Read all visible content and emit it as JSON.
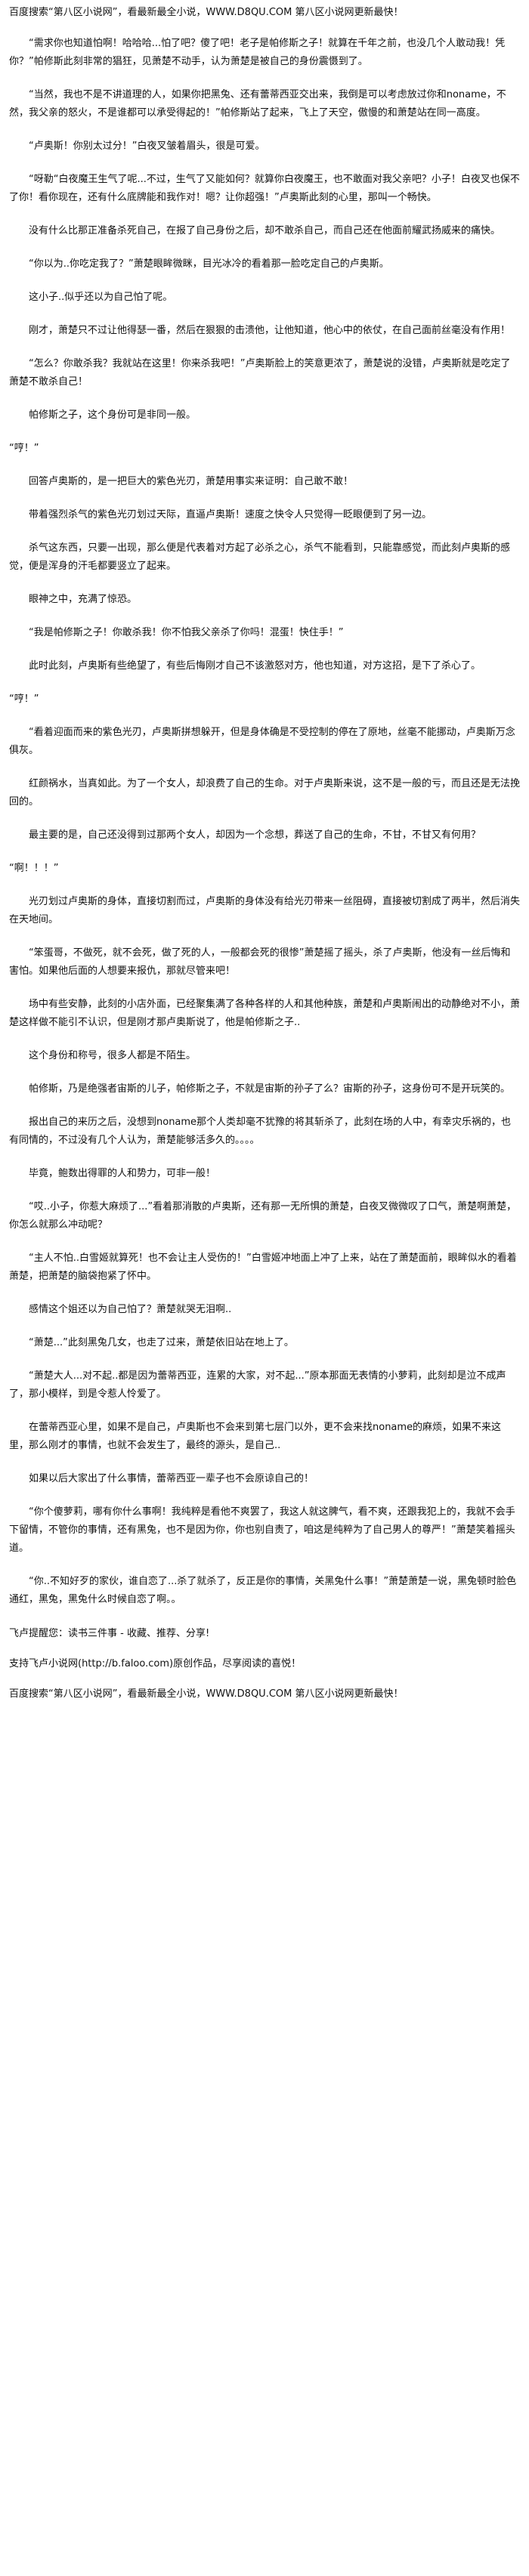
{
  "header_top": "百度搜索“第八区小说网”，看最新最全小说，WWW.D8QU.COM  第八区小说网更新最快！",
  "paragraphs": [
    "“需求你也知道怕啊！哈哈哈...怕了吧？傻了吧！老子是帕修斯之子！就算在千年之前，也没几个人敢动我！凭你？”帕修斯此刻非常的猖狂，见萧楚不动手，认为萧楚是被自己的身份震慑到了。",
    "“当然，我也不是不讲道理的人，如果你把黑兔、还有蕾蒂西亚交出来，我倒是可以考虑放过你和noname，不然，我父亲的怒火，不是谁都可以承受得起的！”帕修斯站了起来，飞上了天空，傲慢的和萧楚站在同一高度。",
    "“卢奥斯！你别太过分！”白夜叉皱着眉头，很是可爱。",
    "“呀勒“白夜魔王生气了呢...不过，生气了又能如何？就算你白夜魔王，也不敢面对我父亲吧？小子！白夜叉也保不了你！看你现在，还有什么底牌能和我作对！嗯？让你超强！”卢奥斯此刻的心里，那叫一个畅快。",
    "没有什么比那正准备杀死自己，在报了自己身份之后，却不敢杀自己，而自己还在他面前耀武扬威来的痛快。",
    "“你以为..你吃定我了？”萧楚眼眸微眯，目光冰冷的看着那一脸吃定自己的卢奥斯。",
    "这小子..似乎还以为自己怕了呢。",
    "刚才，萧楚只不过让他得瑟一番，然后在狠狠的击溃他，让他知道，他心中的依仗，在自己面前丝毫没有作用！",
    "“怎么？你敢杀我？我就站在这里！你来杀我吧！”卢奥斯脸上的笑意更浓了，萧楚说的没错，卢奥斯就是吃定了萧楚不敢杀自己！",
    "帕修斯之子，这个身份可是非同一般。",
    "“哼！”",
    "回答卢奥斯的，是一把巨大的紫色光刃，萧楚用事实来证明：自己敢不敢！",
    "带着强烈杀气的紫色光刃划过天际，直逼卢奥斯！速度之快令人只觉得一眨眼便到了另一边。",
    "杀气这东西，只要一出现，那么便是代表着对方起了必杀之心，杀气不能看到，只能靠感觉，而此刻卢奥斯的感觉，便是浑身的汗毛都要竖立了起来。",
    "眼神之中，充满了惊恐。",
    "“我是帕修斯之子！你敢杀我！你不怕我父亲杀了你吗！混蛋！快住手！”",
    "此时此刻，卢奥斯有些绝望了，有些后悔刚才自己不该激怒对方，他也知道，对方这招，是下了杀心了。",
    "“哼！”",
    "“看着迎面而来的紫色光刃，卢奥斯拼想躲开，但是身体确是不受控制的停在了原地，丝毫不能挪动，卢奥斯万念俱灰。",
    "红颜祸水，当真如此。为了一个女人，却浪费了自己的生命。对于卢奥斯来说，这不是一般的亏，而且还是无法挽回的。",
    "最主要的是，自己还没得到过那两个女人，却因为一个念想，葬送了自己的生命，不甘，不甘又有何用？",
    "“啊！！！”",
    "光刃划过卢奥斯的身体，直接切割而过，卢奥斯的身体没有给光刃带来一丝阻碍，直接被切割成了两半，然后消失在天地间。",
    "“笨蛋哥，不做死，就不会死，做了死的人，一般都会死的很惨”萧楚摇了摇头，杀了卢奥斯，他没有一丝后悔和害怕。如果他后面的人想要来报仇，那就尽管来吧！",
    "场中有些安静，此刻的小店外面，已经聚集满了各种各样的人和其他种族，萧楚和卢奥斯闹出的动静绝对不小，萧楚这样做不能引不认识，但是刚才那卢奥斯说了，他是帕修斯之子..",
    "这个身份和称号，很多人都是不陌生。",
    "帕修斯，乃是绝强者宙斯的儿子，帕修斯之子，不就是宙斯的孙子了么？宙斯的孙子，这身份可不是开玩笑的。",
    "报出自己的来历之后，没想到noname那个人类却毫不犹豫的将其斩杀了，此刻在场的人中，有幸灾乐祸的，也有同情的，不过没有几个人认为，萧楚能够活多久的。。。。",
    "毕竟，鲍数出得罪的人和势力，可非一般！",
    "“哎..小子，你惹大麻烦了...”看着那消散的卢奥斯，还有那一无所惧的萧楚，白夜叉微微叹了口气，萧楚啊萧楚，你怎么就那么冲动呢？",
    "“主人不怕..白雪姬就算死！也不会让主人受伤的！”白雪姬冲地面上冲了上来，站在了萧楚面前，眼眸似水的看着萧楚，把萧楚的脑袋抱紧了怀中。",
    "感情这个姐还以为自己怕了？萧楚就哭无泪啊..",
    "“萧楚...”此刻黑兔几女，也走了过来，萧楚依旧站在地上了。",
    "“萧楚大人...对不起..都是因为蕾蒂西亚，连累的大家，对不起...”原本那面无表情的小萝莉，此刻却是泣不成声了，那小模样，到是令惹人怜爱了。",
    "在蕾蒂西亚心里，如果不是自己，卢奥斯也不会来到第七层门以外，更不会来找noname的麻烦，如果不来这里，那么刚才的事情，也就不会发生了，最终的源头，是自己..",
    "如果以后大家出了什么事情，蕾蒂西亚一辈子也不会原谅自己的！",
    "“你个傻萝莉，哪有你什么事啊！我纯粹是看他不爽罢了，我这人就这脾气，看不爽，还跟我犯上的，我就不会手下留情，不管你的事情，还有黑兔，也不是因为你，你也别自责了，咱这是纯粹为了自己男人的尊严！”萧楚笑着摇头道。",
    "“你..不知好歹的家伙，谁自恋了...杀了就杀了，反正是你的事情，关黑兔什么事！”萧楚萧楚一说，黑兔顿时脸色通红，黑兔，黑兔什么时候自恋了啊。。"
  ],
  "footer_note": "飞卢提醒您：读书三件事 - 收藏、推荐、分享!",
  "footer_support": "支持飞卢小说网(http://b.faloo.com)原创作品，尽享阅读的喜悦！",
  "footer_bottom": "百度搜索“第八区小说网”，看最新最全小说，WWW.D8QU.COM  第八区小说网更新最快！"
}
